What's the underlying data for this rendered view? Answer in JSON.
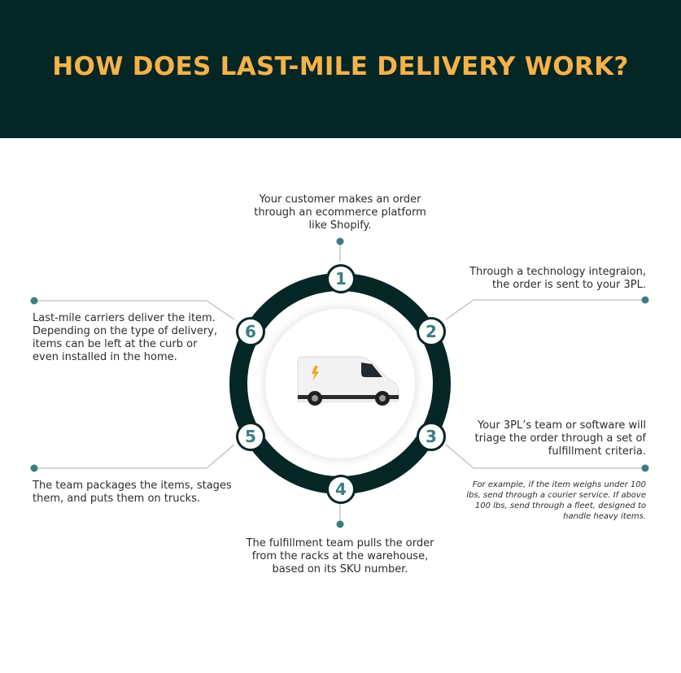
{
  "title": "HOW DOES LAST-MILE DELIVERY WORK?",
  "colors": {
    "header_bg": "#042624",
    "title": "#f6b24a",
    "ring": "#042624",
    "accent": "#3b7d84",
    "connector": "#c7c7c7"
  },
  "center_icon": "delivery-van-icon",
  "steps": [
    {
      "number": "1",
      "text": "Your customer makes an order through an ecommerce platform like Shopify."
    },
    {
      "number": "2",
      "text": "Through a technology integraion, the order is sent to your 3PL."
    },
    {
      "number": "3",
      "text": "Your 3PL’s team or software will triage the order through a set of fulfillment criteria.",
      "note": "For example, if the item weighs under 100 lbs, send through a courier service. If above 100 lbs, send through a fleet, designed to handle heavy items."
    },
    {
      "number": "4",
      "text": "The fulfillment team pulls the order from the racks at the warehouse, based on its SKU number."
    },
    {
      "number": "5",
      "text": "The team packages the items, stages them, and puts them on trucks."
    },
    {
      "number": "6",
      "text": "Last-mile carriers deliver the item. Depending on the type of delivery, items can be left at the curb or even installed in the home."
    }
  ]
}
